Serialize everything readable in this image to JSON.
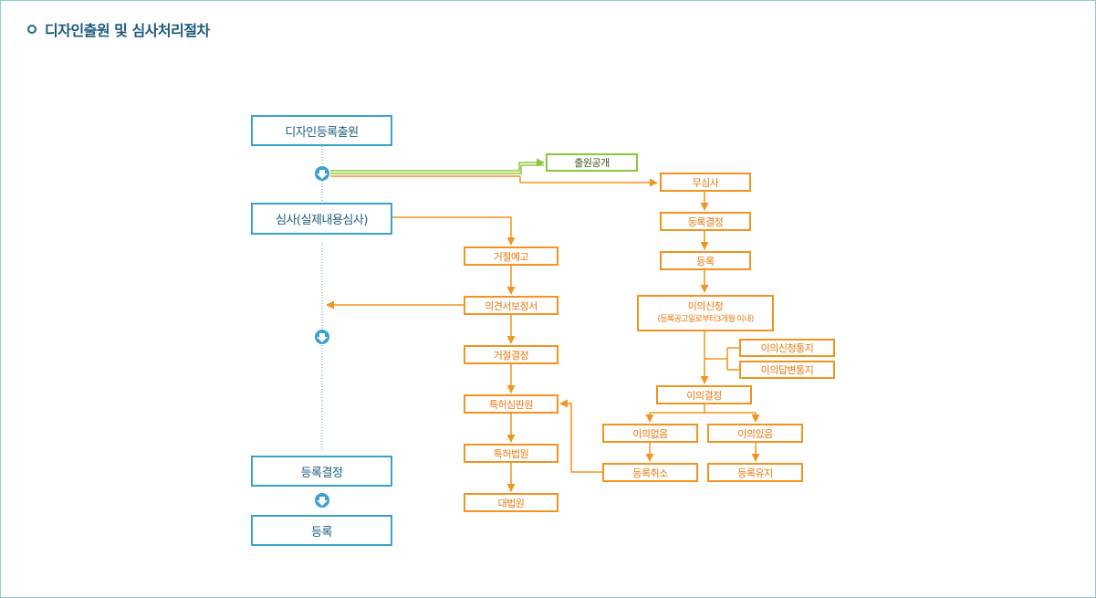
{
  "page_title": "디자인출원 및 심사처리절차",
  "left_column": {
    "apply": "디자인등록출원",
    "exam": "심사(실제내용심사)",
    "decision": "등록결정",
    "register": "등록"
  },
  "middle_column": {
    "refusal_notice": "거절예고",
    "opinion": "의견서보정서",
    "refusal_decision": "거절결정",
    "patent_tribunal": "특허심판원",
    "patent_court": "특허법원",
    "supreme_court": "대법원"
  },
  "right_column": {
    "publication": "출원공개",
    "no_exam": "무심사",
    "decision": "등록결정",
    "register": "등록",
    "objection": "이의신청",
    "objection_note": "(등록공고일로부터3개월 이내)",
    "objection_notice": "이의신청통지",
    "answer_notice": "이의답변통지",
    "objection_decision": "이의결정",
    "no_objection": "이의없음",
    "objection_upheld": "이의있음",
    "cancel": "등록취소",
    "maintain": "등록유지"
  },
  "colors": {
    "blue": "#3aa0cf",
    "orange": "#f2941f",
    "green": "#8cc63f",
    "title": "#1c5a7a",
    "frame": "#8fcbd0"
  }
}
